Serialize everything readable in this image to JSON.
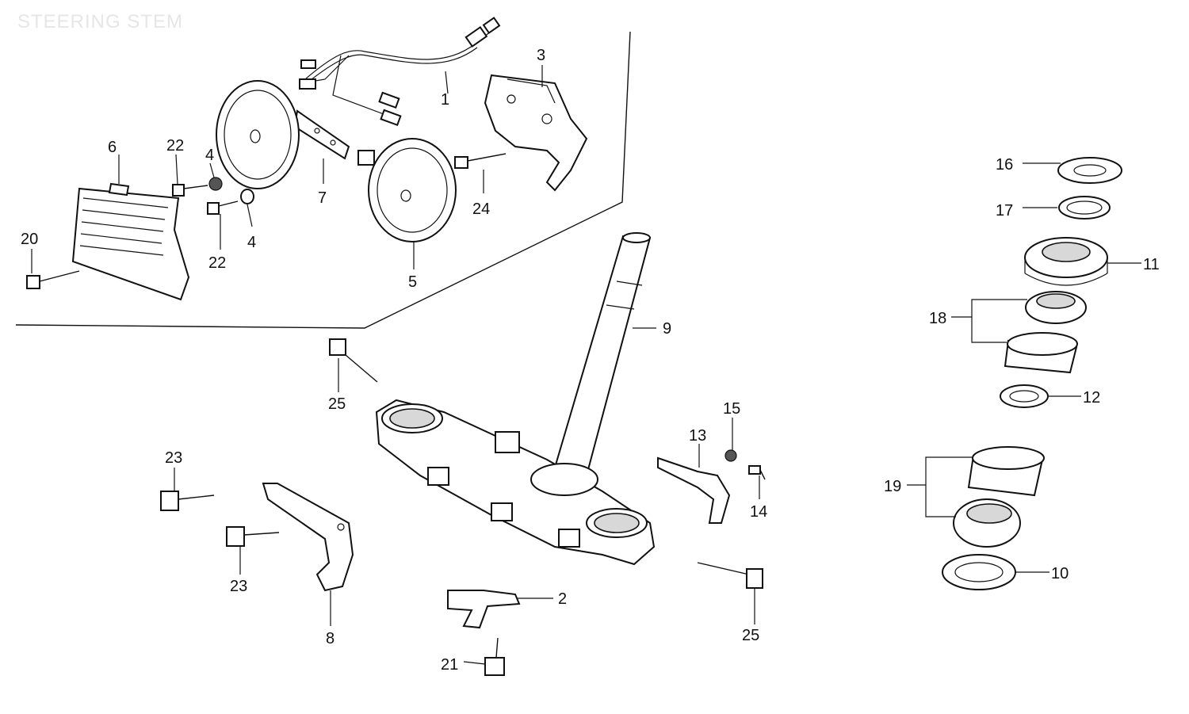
{
  "title": "STEERING STEM",
  "callouts": {
    "p1": "1",
    "p2": "2",
    "p3": "3",
    "p4a": "4",
    "p4b": "4",
    "p5": "5",
    "p6": "6",
    "p7": "7",
    "p8": "8",
    "p9": "9",
    "p10": "10",
    "p11": "11",
    "p12": "12",
    "p13": "13",
    "p14": "14",
    "p15": "15",
    "p16": "16",
    "p17": "17",
    "p18": "18",
    "p19": "19",
    "p20": "20",
    "p21": "21",
    "p22a": "22",
    "p22b": "22",
    "p23a": "23",
    "p23b": "23",
    "p24": "24",
    "p25a": "25",
    "p25b": "25"
  }
}
